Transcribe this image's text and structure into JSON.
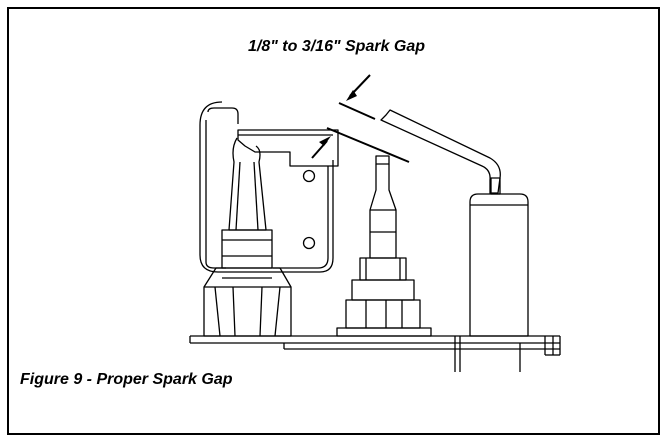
{
  "figure": {
    "gap_label": "1/8\" to 3/16\" Spark Gap",
    "caption": "Figure 9 - Proper Spark Gap"
  },
  "parts": [
    "thermocouple",
    "electrode",
    "spark-igniter",
    "pilot-burner-bracket",
    "base-rail"
  ]
}
